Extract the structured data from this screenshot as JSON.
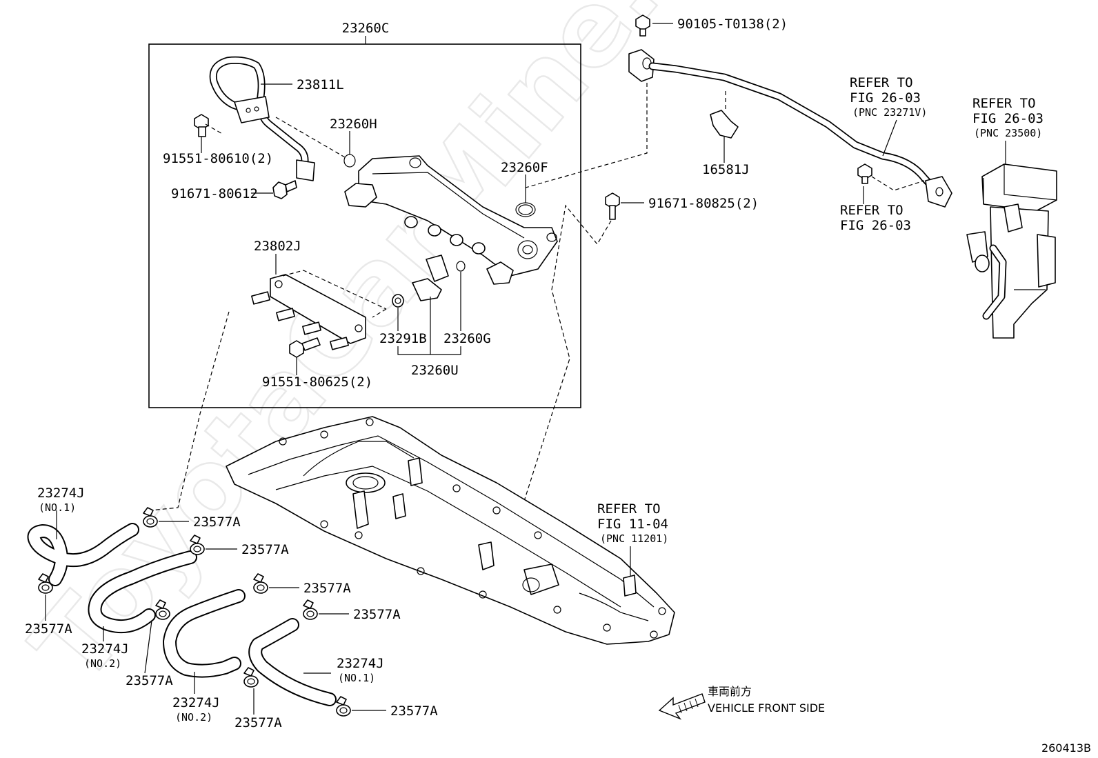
{
  "watermark": "ToyotaCarMine.ru",
  "group_box_label": "23260C",
  "callouts": {
    "c23811L": "23811L",
    "c91551_80610": "91551-80610(2)",
    "c23260H": "23260H",
    "c91671_80612": "91671-80612",
    "c23260F": "23260F",
    "c23802J": "23802J",
    "c23291B": "23291B",
    "c23260G": "23260G",
    "c23260U": "23260U",
    "c91551_80625": "91551-80625(2)",
    "c90105_T0138": "90105-T0138(2)",
    "c16581J": "16581J",
    "c91671_80825": "91671-80825(2)",
    "hose_1_top": "23274J",
    "hose_1_top_sub": "(NO.1)",
    "hose_2_left": "23274J",
    "hose_2_left_sub": "(NO.2)",
    "hose_2_mid": "23274J",
    "hose_2_mid_sub": "(NO.2)",
    "hose_1_right": "23274J",
    "hose_1_right_sub": "(NO.1)",
    "clamp_a": "23577A",
    "clamp_b": "23577A",
    "clamp_c": "23577A",
    "clamp_d": "23577A",
    "clamp_e": "23577A",
    "clamp_f": "23577A",
    "clamp_g": "23577A",
    "clamp_h": "23577A"
  },
  "references": {
    "fig26_hose": {
      "line1": "REFER TO",
      "line2": "FIG 26-03",
      "line3": "(PNC 23271V)"
    },
    "fig26_pump": {
      "line1": "REFER TO",
      "line2": "FIG 26-03",
      "line3": "(PNC 23500)"
    },
    "fig26_bolt": {
      "line1": "REFER TO",
      "line2": "FIG 26-03"
    },
    "fig11_head": {
      "line1": "REFER TO",
      "line2": "FIG 11-04",
      "line3": "(PNC 11201)"
    }
  },
  "direction": {
    "jp": "車両前方",
    "en": "VEHICLE FRONT SIDE"
  },
  "figure_number": "260413B"
}
